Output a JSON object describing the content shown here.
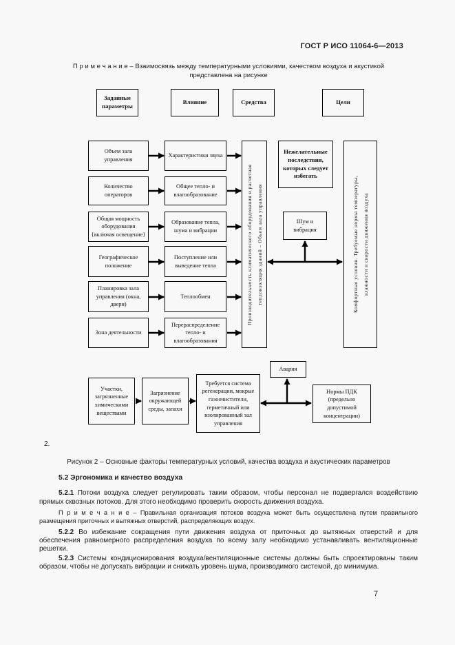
{
  "header": {
    "title": "ГОСТ Р ИСО 11064-6—2013"
  },
  "top_note": {
    "line1": "П р и м е ч а н и е  – Взаимосвязь между температурными условиями, качеством воздуха и акустикой",
    "line2": "представлена на рисунке"
  },
  "diagram": {
    "col_headers": [
      "Заданные параметры",
      "Влияние",
      "Средства",
      "Цели"
    ],
    "inputs": [
      "Объем зала управления",
      "Количество операторов",
      "Общая мощность оборудования {включая освещение}",
      "Географическое положение",
      "Планировка зала управления (окна, двери)",
      "Зона деятельности"
    ],
    "influences": [
      "Характеристики звука",
      "Общее тепло- и влагообразование",
      "Образование тепла, шума и вибрации",
      "Поступление или выведение тепла",
      "Теплообмен",
      "Перераспределение тепло- и влагообразования"
    ],
    "means_vertical": "Производительность климатического оборудования и расчетная теплоизоляция зданий – Объем зала управления",
    "undesired": "Нежелательные последствия, которых следует избегать",
    "noise": "Шум и вибрация",
    "goals_vertical": "Комфортные условия. Требуемые нормы температуры, влажности и скорости движения воздуха",
    "bottom": {
      "contaminated": "Участки, загрязненные химическими веществами",
      "pollution": "Загрязнение окружающей среды, запахи",
      "regeneration": "Требуется система регенерации, мокрые газоочистители, герметичный или изолированный зал управления",
      "accident": "Авария",
      "pdk": "Нормы ПДК (предельно допустимой концентрации)"
    }
  },
  "stray_number": "2.",
  "caption": "Рисунок 2 – Основные факторы температурных условий, качества воздуха и акустических параметров",
  "sections": {
    "h52": "5.2 Эргономика и качество воздуха",
    "s521": {
      "num": "5.2.1",
      "text": " Потоки воздуха следует регулировать таким образом, чтобы персонал не подвергался воздействию прямых сквозных потоков. Для этого необходимо проверить скорость движения воздуха."
    },
    "note521": "П р и м е ч а н и е  – Правильная организация потоков воздуха может быть осуществлена путем правильного размещения приточных и вытяжных отверстий, распределяющих воздух.",
    "s522": {
      "num": "5.2.2",
      "text": " Во избежание сокращения пути движения воздуха от приточных до вытяжных отверстий и для обеспечения равномерного распределения воздуха по всему залу необходимо устанавливать вентиляционные решетки."
    },
    "s523": {
      "num": "5.2.3",
      "text": " Системы кондиционирования воздуха/вентиляционные системы должны быть спроектированы таким образом, чтобы не допускать вибрации и снижать уровень шума, производимого системой, до минимума."
    }
  },
  "page_number": "7"
}
